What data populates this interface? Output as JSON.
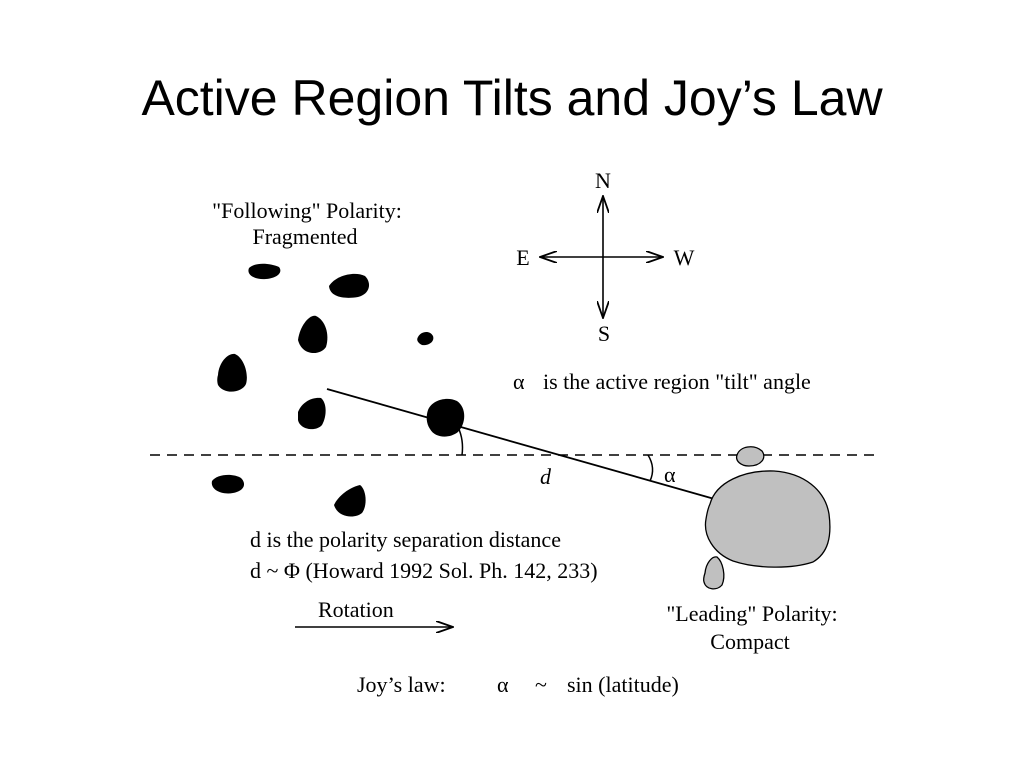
{
  "title": "Active Region Tilts and Joy’s Law",
  "compass": {
    "north": "N",
    "south": "S",
    "east": "E",
    "west": "W"
  },
  "following_label": {
    "line1": "\"Following\" Polarity:",
    "line2": "Fragmented"
  },
  "leading_label": {
    "line1": "\"Leading\" Polarity:",
    "line2": "Compact"
  },
  "tilt_caption": {
    "symbol": "α",
    "text": "is the active region \"tilt\" angle"
  },
  "angle_symbol": "α",
  "distance_symbol": "d",
  "separation_caption": {
    "line1": "d is the polarity separation distance",
    "line2": "d ~ Φ  (Howard 1992  Sol. Ph. 142, 233)"
  },
  "rotation_label": "Rotation",
  "joys_law": {
    "label": "Joy’s law:",
    "alpha": "α",
    "tilde": "~",
    "rhs": "sin (latitude)"
  },
  "colors": {
    "following_spots": "#000000",
    "leading_spots": "#c0c0c0",
    "lines": "#000000"
  }
}
